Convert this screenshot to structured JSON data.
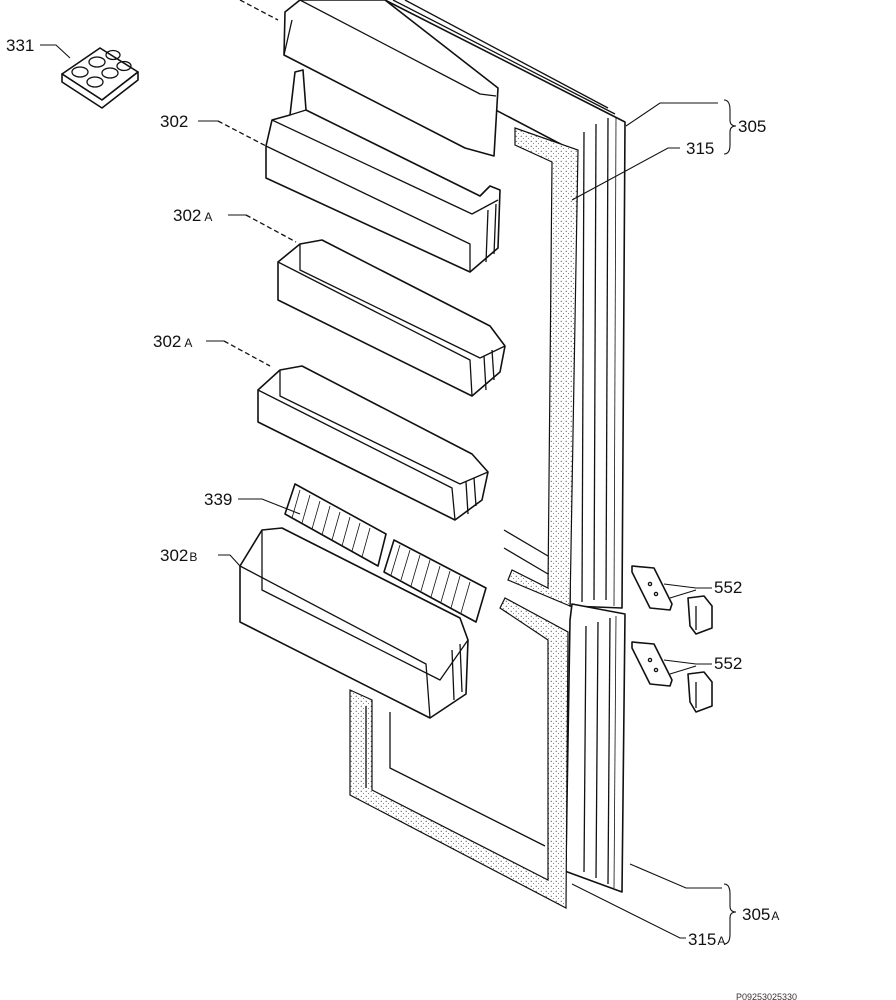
{
  "labels": {
    "l331": "331",
    "l302": "302",
    "l302a1_num": "302",
    "l302a1_sfx": "A",
    "l302a2_num": "302",
    "l302a2_sfx": "A",
    "l339": "339",
    "l302b_num": "302",
    "l302b_sfx": "B",
    "l305": "305",
    "l315": "315",
    "l552a": "552",
    "l552b": "552",
    "l305a_num": "305",
    "l305a_sfx": "A",
    "l315a_num": "315",
    "l315a_sfx": "A"
  },
  "footer": {
    "code": "P09253025330"
  }
}
